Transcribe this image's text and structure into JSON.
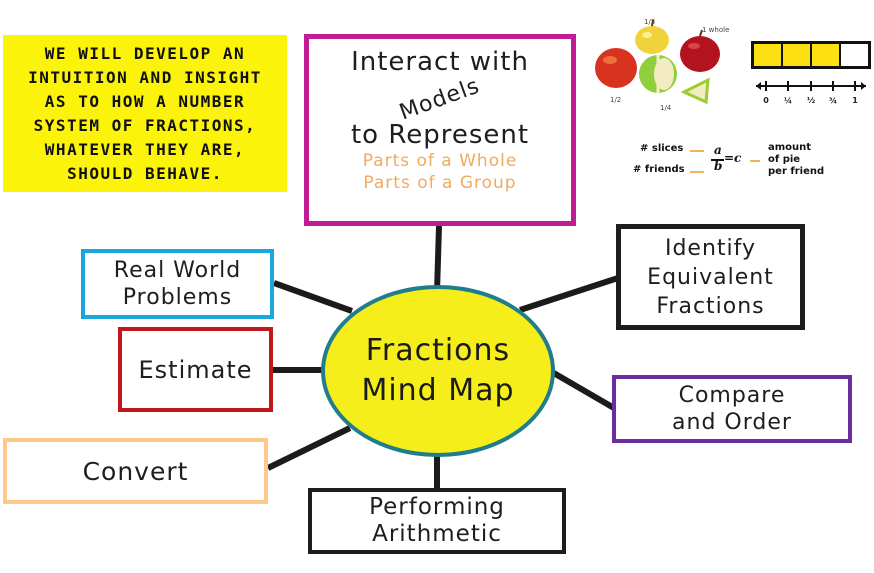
{
  "banner": {
    "text": "WE WILL DEVELOP AN\nINTUITION AND INSIGHT\nAS TO HOW A NUMBER\nSYSTEM OF FRACTIONS,\nWHATEVER THEY ARE,\nSHOULD BEHAVE."
  },
  "center": {
    "line1": "Fractions",
    "line2": "Mind Map"
  },
  "nodes": {
    "models": {
      "line1": "Interact with",
      "line2": "Models",
      "line3": "to Represent",
      "sub1": "Parts of a Whole",
      "sub2": "Parts of a Group"
    },
    "real_world": {
      "line1": "Real World",
      "line2": "Problems"
    },
    "estimate": {
      "line1": "Estimate"
    },
    "convert": {
      "line1": "Convert"
    },
    "arithmetic": {
      "line1": "Performing",
      "line2": "Arithmetic"
    },
    "equivalent": {
      "line1": "Identify",
      "line2": "Equivalent",
      "line3": "Fractions"
    },
    "compare": {
      "line1": "Compare",
      "line2": "and Order"
    }
  },
  "apples_image": {
    "labels": [
      "1/3",
      "1 whole",
      "1/2",
      "1/4"
    ]
  },
  "fraction_strip": {
    "parts": 4,
    "shaded": 3,
    "colors": {
      "shaded": "#fde012"
    }
  },
  "number_line": {
    "ticks": [
      "0",
      "¼",
      "½",
      "¾",
      "1"
    ]
  },
  "formula": {
    "numerator_label": "# slices",
    "denominator_label": "# friends",
    "numerator": "a",
    "denominator": "b",
    "equals": "=c",
    "result_line1": "amount",
    "result_line2": "of pie",
    "result_line3": "per friend"
  }
}
